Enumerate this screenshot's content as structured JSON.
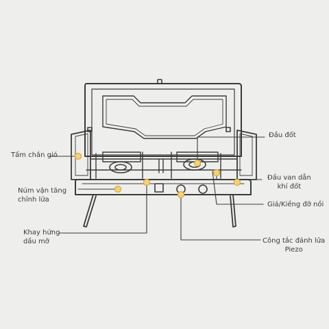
{
  "labels": {
    "tam_chan_gio": "Tấm chắn gió",
    "num_van": "Núm vặn tăng\nchỉnh lửa",
    "khay_hung": "Khay hứng\ndầu mỡ",
    "dau_dot": "Đầu đốt",
    "dau_van": "Đầu van dẫn\nkhí đốt",
    "gia_kieng": "Giá/Kiềng đỡ nồi",
    "cong_tac": "Công tắc đánh lửa\nPiezo"
  },
  "colors": {
    "background": "#eeeeec",
    "line": "#3a3a3a",
    "marker": "#f2d27a",
    "marker_ring": "#d9a93a"
  }
}
